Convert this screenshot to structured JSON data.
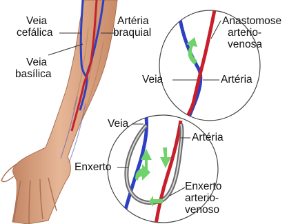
{
  "labels": {
    "veia_cefalica": [
      "Veia",
      "cefálica"
    ],
    "arteria_braquial": [
      "Artéria",
      "braquial"
    ],
    "veia_basilica": [
      "Veia",
      "basílica"
    ],
    "anastomose": [
      "Anastomose",
      "arterio-",
      "venosa"
    ],
    "veia_1": "Veia",
    "arteria_1": "Artéria",
    "veia_2": "Veia",
    "arteria_2": "Artéria",
    "enxerto": "Enxerto",
    "enxerto_av": [
      "Enxerto",
      "arterio-",
      "venoso"
    ]
  },
  "colors": {
    "vein": "#2d3fc2",
    "artery": "#c8202a",
    "arrow": "#6fd26a",
    "graft": "#6b6b6b",
    "skin": "#dca886",
    "skin_shadow": "#b57b5a"
  }
}
